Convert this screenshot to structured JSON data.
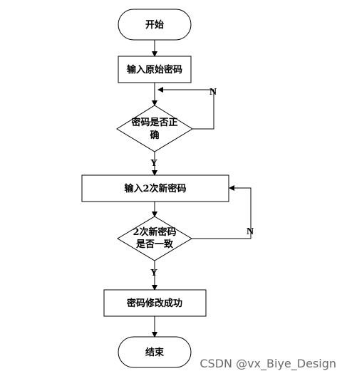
{
  "flowchart": {
    "start": "开始",
    "input_original_password": "输入原始密码",
    "check_password_line1": "密码是否正",
    "check_password_line2": "确",
    "input_new_password_twice": "输入2次新密码",
    "check_match_line1": "2次新密码",
    "check_match_line2": "是否一致",
    "success": "密码修改成功",
    "end": "结束",
    "labels": {
      "no_1": "N",
      "yes_1": "Y",
      "no_2": "N",
      "yes_2": "Y"
    }
  },
  "watermark": "CSDN @vx_Biye_Design"
}
